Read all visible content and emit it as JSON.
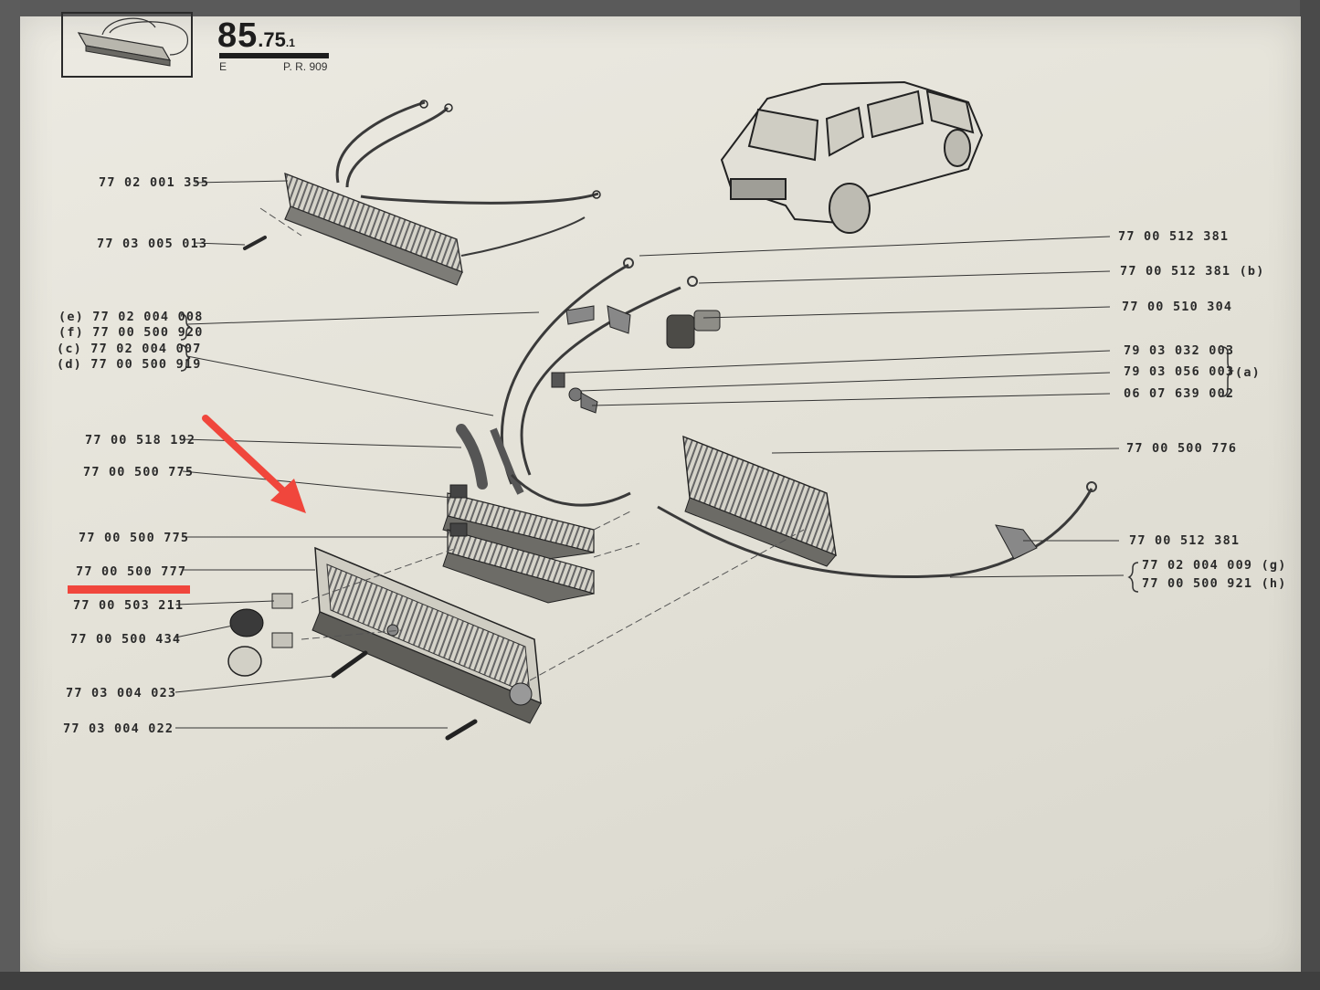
{
  "header": {
    "page_number_major": "85",
    "page_number_minor": ".75",
    "page_number_sub": ".1",
    "code_left": "E",
    "code_right": "P. R. 909"
  },
  "labels_left": [
    "77 02 001 355",
    "77 03 005 013",
    "(e) 77 02 004 008",
    "(f) 77 00 500 920",
    "(c) 77 02 004 007",
    "(d) 77 00 500 919",
    "77 00 518 192",
    "77 00 500 775",
    "77 00 500 775",
    "77 00 500 777",
    "77 00 503 211",
    "77 00 500 434",
    "77 03 004 023",
    "77 03 004 022"
  ],
  "labels_right": [
    "77 00 512 381",
    "77 00 512 381 (b)",
    "77 00 510 304",
    "79 03 032 003",
    "79 03 056 003",
    "06 07 639 002",
    "77 00 500 776",
    "77 00 512 381",
    "77 02 004 009 (g)",
    "77 00 500 921 (h)"
  ],
  "group_note_a": "(a)",
  "annotation": {
    "arrow_color": "#f0463c",
    "underline_color": "#f0463c",
    "highlighted_part": "77 00 500 777"
  }
}
